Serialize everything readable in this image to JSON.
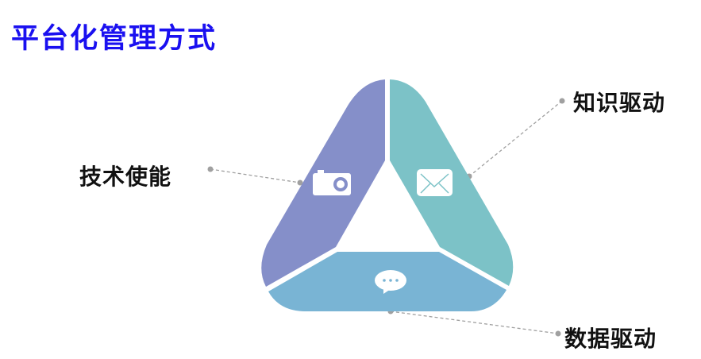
{
  "title": "平台化管理方式",
  "segments": [
    {
      "label": "技术使能",
      "icon": "camera-icon",
      "color": "#858fc9"
    },
    {
      "label": "知识驱动",
      "icon": "envelope-icon",
      "color": "#7cc2c7"
    },
    {
      "label": "数据驱动",
      "icon": "chat-bubble-icon",
      "color": "#79b4d4"
    }
  ],
  "colors": {
    "title": "#1a10f0",
    "leader": "#a0a0a0"
  }
}
